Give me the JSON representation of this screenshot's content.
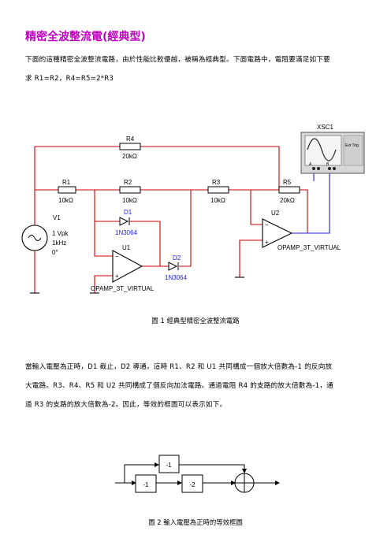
{
  "title": "精密全波整流電(經典型)",
  "intro": {
    "line1": "下面的這種精密全波整流電路，由於性能比較優越，被稱為經典型。下面電路中，電阻要滿足如下要",
    "line2": "求 R1=R2，R4=R5=2*R3"
  },
  "circuit": {
    "r4": {
      "name": "R4",
      "value": "20kΩ"
    },
    "r1": {
      "name": "R1",
      "value": "10kΩ"
    },
    "r2": {
      "name": "R2",
      "value": "10kΩ"
    },
    "r3": {
      "name": "R3",
      "value": "10kΩ"
    },
    "r5": {
      "name": "R5",
      "value": "20kΩ"
    },
    "v1": {
      "name": "V1",
      "amp": "1 Vpk",
      "freq": "1kHz",
      "phase": "0°"
    },
    "d1": {
      "name": "D1",
      "part": "1N3064"
    },
    "d2": {
      "name": "D2",
      "part": "1N3064"
    },
    "u1": {
      "name": "U1",
      "part": "OPAMP_3T_VIRTUAL"
    },
    "u2": {
      "name": "U2",
      "part": "OPAMP_3T_VIRTUAL"
    },
    "xsc1": {
      "name": "XSC1",
      "ext": "Ext Trig",
      "ch_a": "A",
      "ch_b": "B"
    },
    "colors": {
      "wire": "#cc0000",
      "wire_blue": "#1a1aff",
      "black": "#000000"
    }
  },
  "figure1_caption": "圖 1 經典型精密全波整流電路",
  "body_text": {
    "line1": "當輸入電壓為正時，D1 截止，D2 導通。這時 R1、R2 和 U1 共同構成一個放大倍數為-1 的反向放",
    "line2": "大電路。R3、R4、R5 和 U2 共同構成了個反向加法電路。通過電阻 R4 的支路的放大倍數為-1，通",
    "line3": "過 R3 的支路的放大倍數為-2。因此，等效的框圖可以表示如下。"
  },
  "block_diagram": {
    "top_gain": "-1",
    "mid_gain1": "-1",
    "mid_gain2": "-2"
  },
  "figure2_caption": "圖 2 輸入電壓為正時的等效框圖"
}
